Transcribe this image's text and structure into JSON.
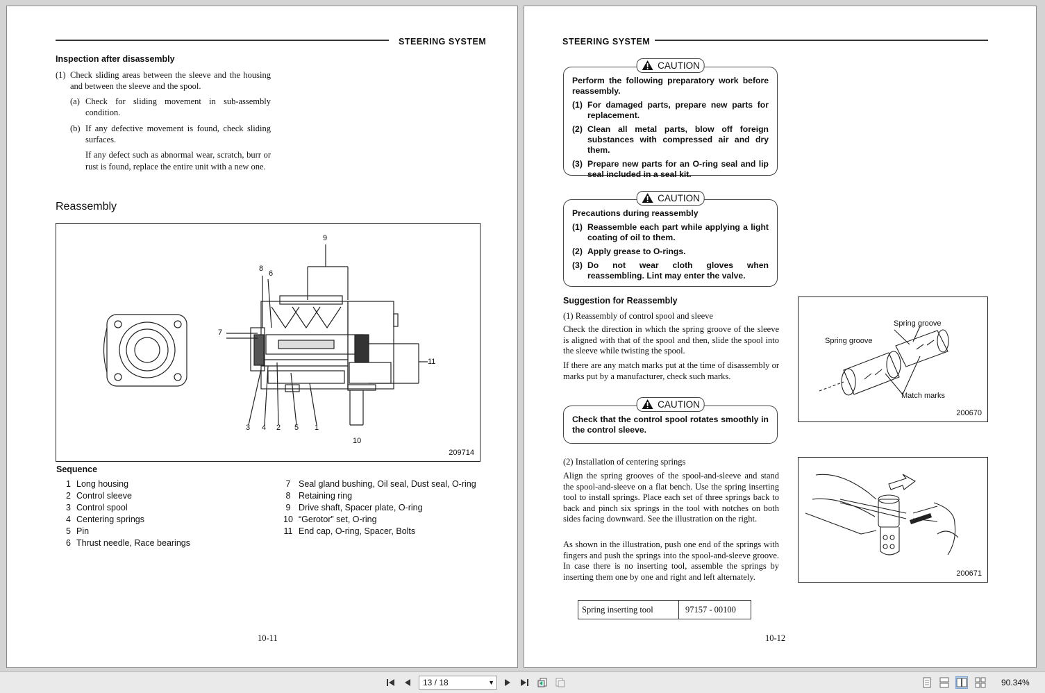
{
  "left_page": {
    "header": "STEERING SYSTEM",
    "inspection_title": "Inspection after disassembly",
    "inspection_items": [
      {
        "num": "(1)",
        "text": "Check sliding areas between the sleeve and the housing and between the sleeve and the spool."
      },
      {
        "num": "(a)",
        "text": "Check for sliding movement in sub-assembly condition."
      },
      {
        "num": "(b)",
        "text": "If any defective movement is found, check sliding surfaces."
      },
      {
        "num": "",
        "text": "If any defect such as abnormal wear, scratch, burr or rust is found, replace the entire unit with a new one."
      }
    ],
    "reassembly_title": "Reassembly",
    "figure": {
      "number": "209714",
      "callouts": [
        "9",
        "8",
        "6",
        "7",
        "11",
        "3",
        "4",
        "2",
        "5",
        "1",
        "10"
      ]
    },
    "sequence_title": "Sequence",
    "sequence_left": [
      {
        "num": "1",
        "text": "Long housing"
      },
      {
        "num": "2",
        "text": "Control sleeve"
      },
      {
        "num": "3",
        "text": "Control spool"
      },
      {
        "num": "4",
        "text": "Centering springs"
      },
      {
        "num": "5",
        "text": "Pin"
      },
      {
        "num": "6",
        "text": "Thrust needle, Race bearings"
      }
    ],
    "sequence_right": [
      {
        "num": "7",
        "text": "Seal gland bushing, Oil seal, Dust seal, O-ring"
      },
      {
        "num": "8",
        "text": "Retaining ring"
      },
      {
        "num": "9",
        "text": "Drive shaft, Spacer plate, O-ring"
      },
      {
        "num": "10",
        "text": "“Gerotor” set, O-ring"
      },
      {
        "num": "11",
        "text": "End cap, O-ring, Spacer, Bolts"
      }
    ],
    "page_number": "10-11"
  },
  "right_page": {
    "header": "STEERING SYSTEM",
    "caution1": {
      "label": "CAUTION",
      "intro": "Perform the following preparatory work before reassembly.",
      "items": [
        {
          "num": "(1)",
          "text": "For damaged parts, prepare new parts for replacement."
        },
        {
          "num": "(2)",
          "text": "Clean all metal parts, blow off foreign substances with compressed air and dry them."
        },
        {
          "num": "(3)",
          "text": "Prepare new parts for an O-ring seal and lip seal included in a seal kit."
        }
      ]
    },
    "caution2": {
      "label": "CAUTION",
      "intro": "Precautions during reassembly",
      "items": [
        {
          "num": "(1)",
          "text": "Reassemble each part while applying a light coating of oil to them."
        },
        {
          "num": "(2)",
          "text": "Apply grease to O-rings."
        },
        {
          "num": "(3)",
          "text": "Do not wear cloth gloves when reassembling. Lint may enter the valve."
        }
      ]
    },
    "suggestion_title": "Suggestion for Reassembly",
    "step1_title": "(1)  Reassembly of control spool and sleeve",
    "step1_p1": "Check the direction in which the spring groove of the sleeve is aligned with that of the spool and then, slide the spool into the sleeve while twisting the spool.",
    "step1_p2": "If there are any match marks put at the time of disassembly or marks put by a manufacturer, check such marks.",
    "caution3": {
      "label": "CAUTION",
      "text": "Check that the control spool rotates smoothly in the control sleeve."
    },
    "step2_title": "(2)  Installation of centering springs",
    "step2_p1": "Align the spring grooves of the spool-and-sleeve and stand the spool-and-sleeve on a flat bench. Use the spring inserting tool to install springs. Place each set of three springs back to back and pinch six springs in the tool with notches on both sides facing downward.  See the illustration on the right.",
    "step2_p2": "As shown in the illustration, push one end of the springs with fingers and push the springs into the spool-and-sleeve groove. In case there is no inserting tool, assemble the springs by inserting them one by one and right and left alternately.",
    "tool_table": {
      "name": "Spring inserting tool",
      "part": "97157 - 00100"
    },
    "fig1": {
      "number": "200670",
      "label_spring_groove_a": "Spring groove",
      "label_spring_groove_b": "Spring groove",
      "label_match": "Match marks"
    },
    "fig2": {
      "number": "200671"
    },
    "page_number": "10-12"
  },
  "toolbar": {
    "page_indicator": "13 / 18",
    "zoom": "90.34%"
  }
}
